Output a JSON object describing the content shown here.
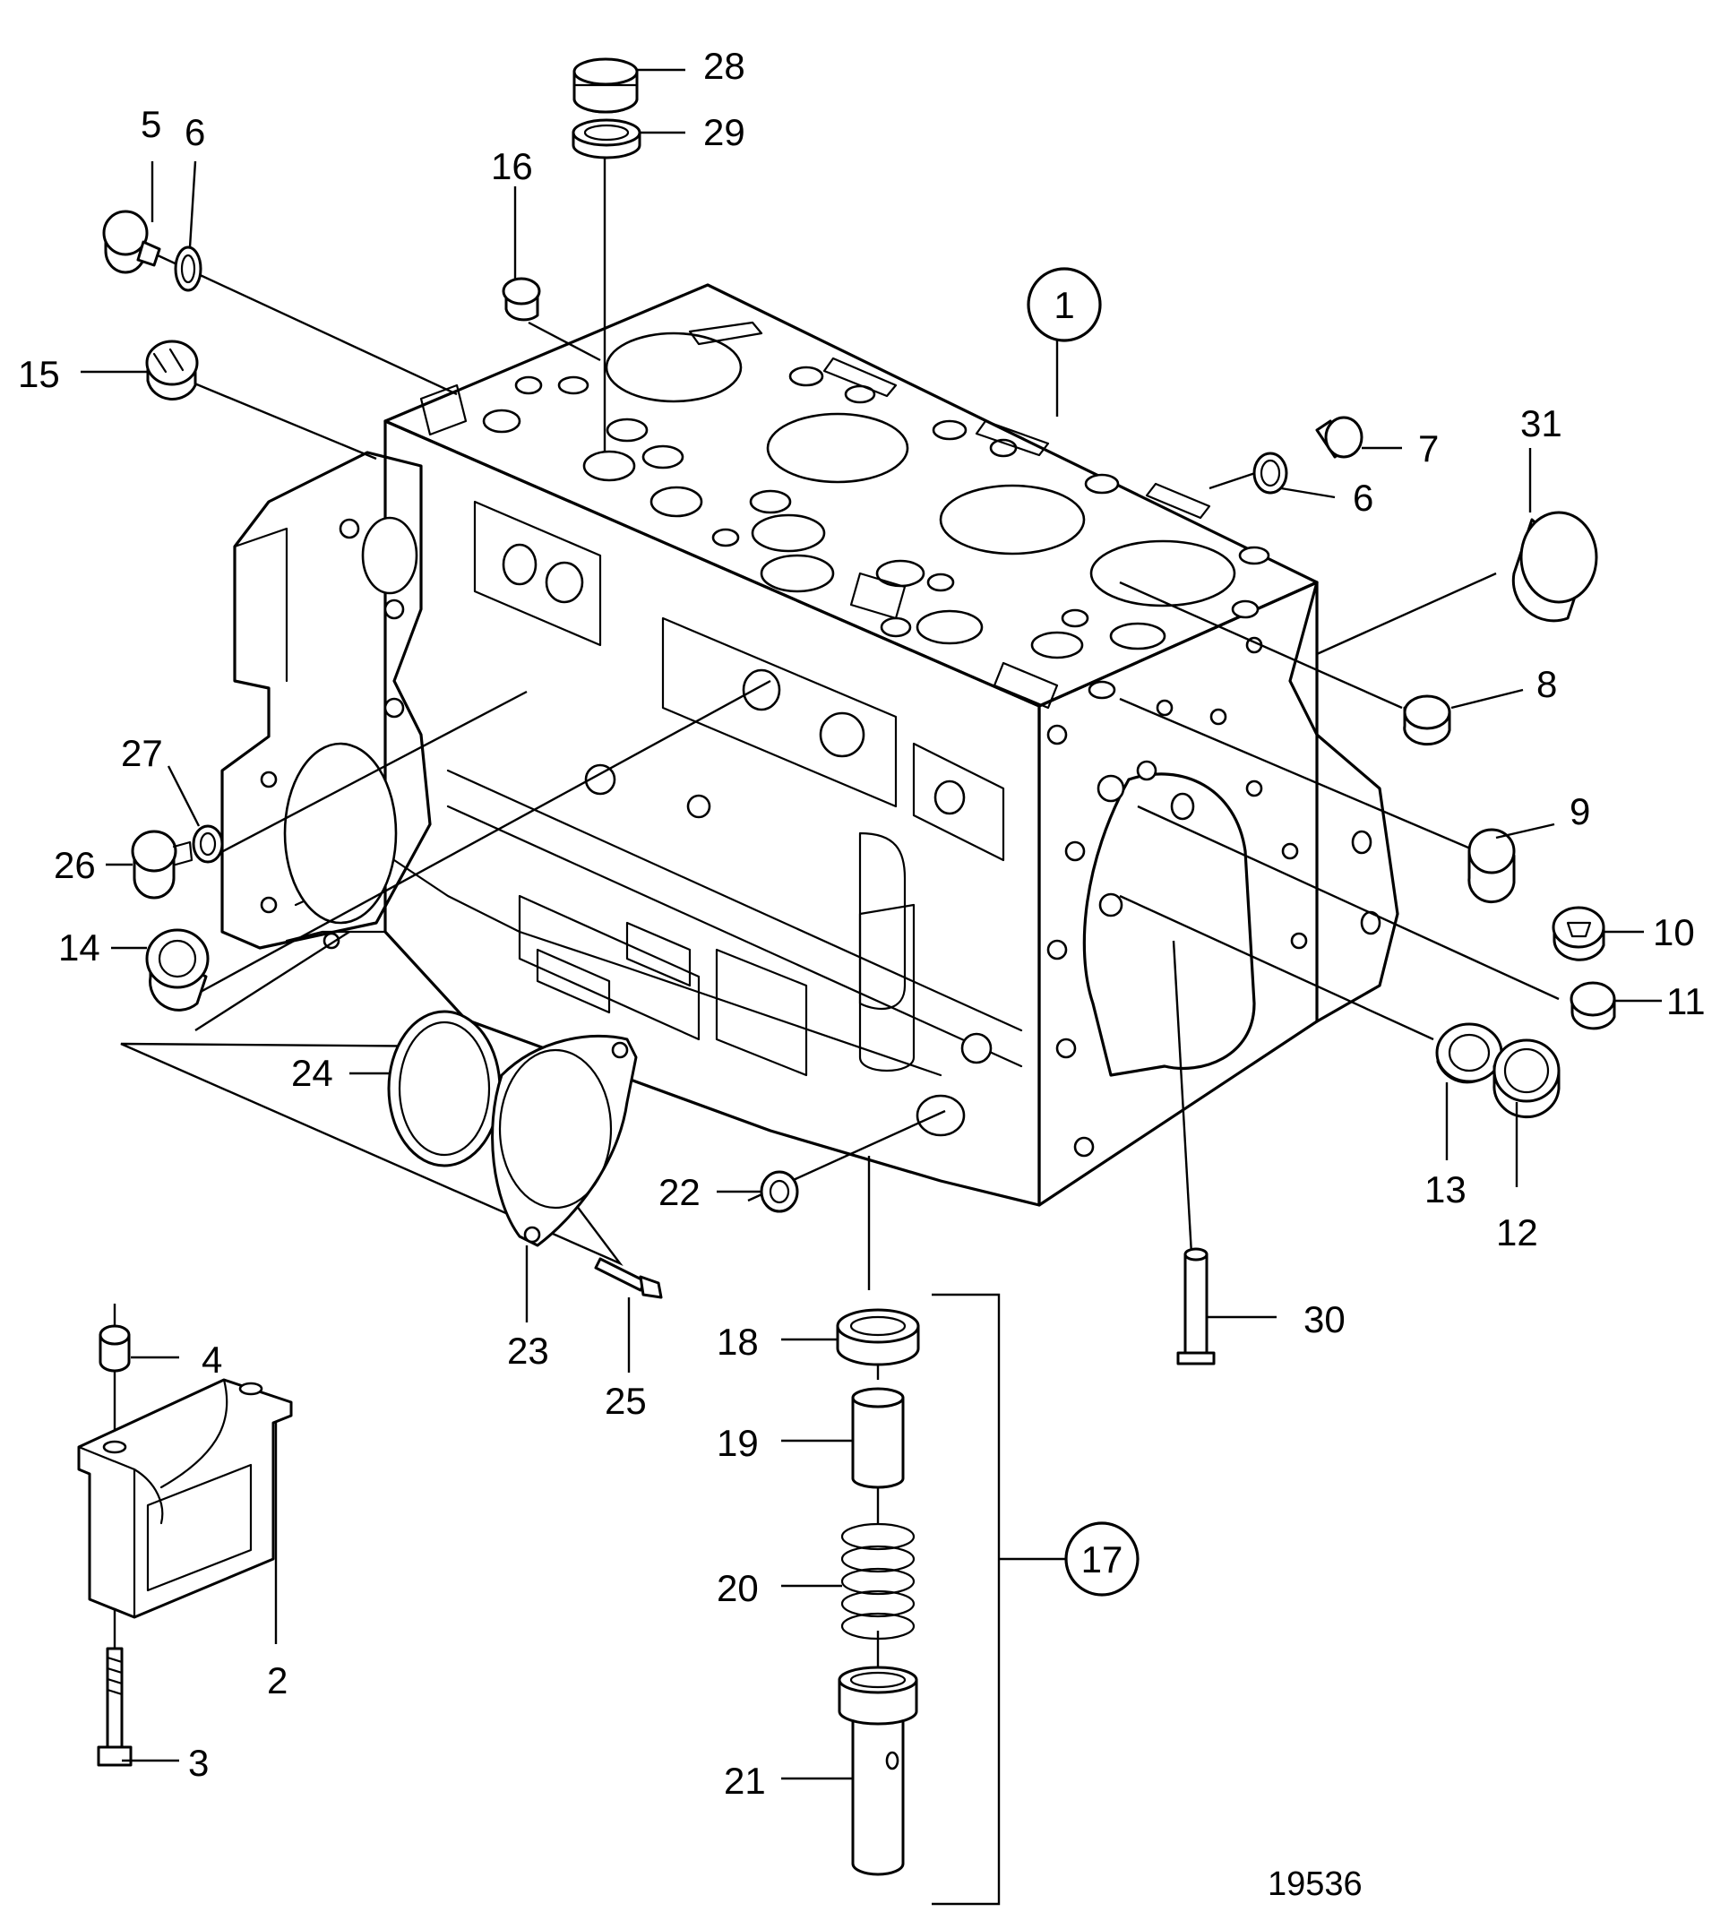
{
  "callouts": {
    "c1": "1",
    "c2": "2",
    "c3": "3",
    "c4": "4",
    "c5": "5",
    "c6a": "6",
    "c6b": "6",
    "c7": "7",
    "c8": "8",
    "c9": "9",
    "c10": "10",
    "c11": "11",
    "c12": "12",
    "c13": "13",
    "c14": "14",
    "c15": "15",
    "c16": "16",
    "c17": "17",
    "c18": "18",
    "c19": "19",
    "c20": "20",
    "c21": "21",
    "c22": "22",
    "c23": "23",
    "c24": "24",
    "c25": "25",
    "c26": "26",
    "c27": "27",
    "c28": "28",
    "c29": "29",
    "c30": "30",
    "c31": "31"
  },
  "drawing_number": "19536"
}
